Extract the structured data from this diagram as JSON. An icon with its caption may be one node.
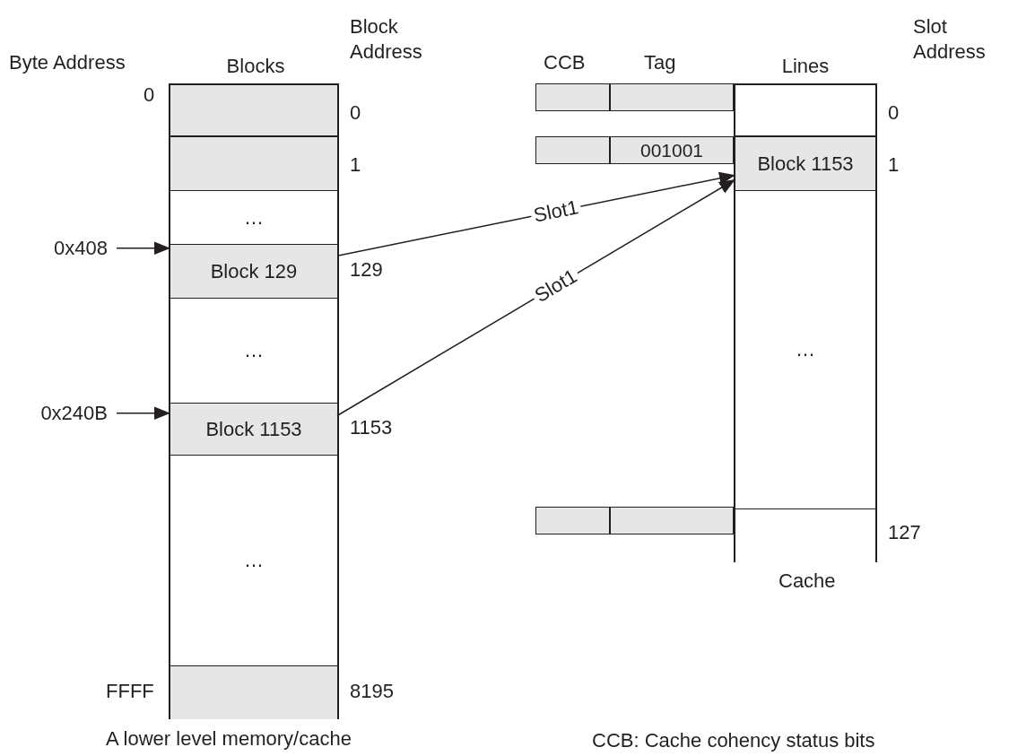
{
  "diagram": {
    "nodes": [
      {
        "text": [
          "Blocks"
        ]
      },
      {
        "text": [],
        "shape": "box",
        "in": 0
      },
      {
        "text": [],
        "shape": "box",
        "in": 0
      },
      {
        "text": [
          "…"
        ],
        "in": 0
      },
      {
        "text": [
          "Block 129"
        ],
        "in": 0
      },
      {
        "text": [
          "…"
        ],
        "in": 0
      },
      {
        "text": [
          "Block 1153"
        ],
        "in": 0
      },
      {
        "text": [
          "…"
        ],
        "in": 0
      },
      {
        "text": [],
        "shape": "box",
        "in": 0
      },
      {
        "text": [
          "Lines"
        ]
      },
      {
        "text": [],
        "shape": "box",
        "in": 9
      },
      {
        "text": [
          "Block 1153"
        ],
        "in": 9
      },
      {
        "text": [
          "…"
        ],
        "in": 9
      },
      {
        "text": [],
        "shape": "box",
        "in": 9
      },
      {
        "text": [],
        "shape": "box"
      },
      {
        "text": [],
        "shape": "box"
      },
      {
        "text": [],
        "shape": "box"
      },
      {
        "text": [
          "001001"
        ]
      },
      {
        "text": [],
        "shape": "box"
      },
      {
        "text": [],
        "shape": "box"
      },
      {
        "text": [
          "0x408"
        ]
      },
      {
        "text": [
          "0x240B"
        ]
      }
    ],
    "edges": [
      {
        "from": 20,
        "to": 4,
        "arrow": "to"
      },
      {
        "from": 21,
        "to": 6,
        "arrow": "to"
      },
      {
        "from": 4,
        "to": 11,
        "arrow": "to",
        "label": "Slot1"
      },
      {
        "from": 6,
        "to": 11,
        "arrow": "to",
        "label": "Slot1"
      }
    ],
    "labels": [
      "Byte Address",
      "Block Address",
      "CCB",
      "Tag",
      "Slot Address",
      "0",
      "0",
      "1",
      "129",
      "1153",
      "FFFF",
      "8195",
      "0",
      "1",
      "127",
      "Cache",
      "A lower level memory/cache",
      "CCB: Cache cohency status bits"
    ]
  }
}
